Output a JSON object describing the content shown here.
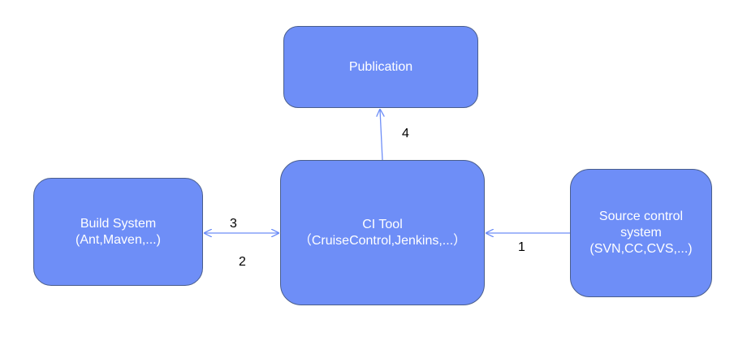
{
  "colors": {
    "node_fill": "#6e8ef7",
    "node_border": "#4a5e8c",
    "node_text": "#ffffff",
    "edge": "#6e8ef7",
    "label_text": "#000000"
  },
  "nodes": {
    "publication": {
      "label": "Publication"
    },
    "build": {
      "line1": "Build System",
      "line2": "(Ant,Maven,...)"
    },
    "ci": {
      "line1": "CI Tool",
      "line2": "（CruiseControl,Jenkins,...）"
    },
    "source": {
      "line1": "Source control",
      "line2": "system",
      "line3": "(SVN,CC,CVS,...)"
    }
  },
  "edges": {
    "ci_to_publication": {
      "label": "4"
    },
    "build_ci": {
      "label_top": "3",
      "label_bottom": "2"
    },
    "source_to_ci": {
      "label": "1"
    }
  }
}
